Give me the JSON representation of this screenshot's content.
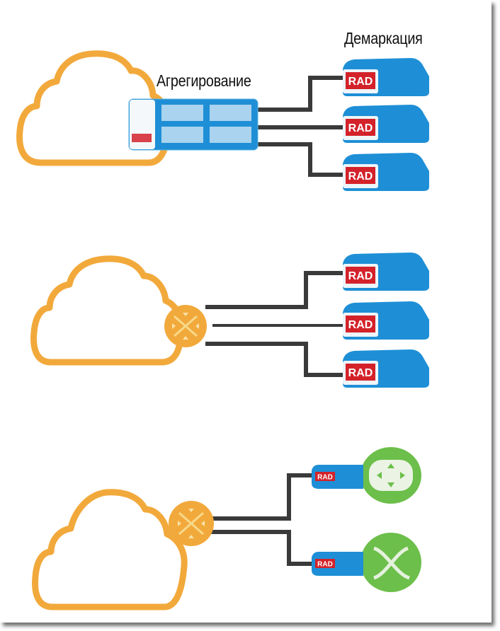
{
  "labels": {
    "aggregation": "Агрегирование",
    "demarcation": "Демаркация"
  },
  "device_logo": "RAD",
  "colors": {
    "cloud": "#F2A93B",
    "device_blue": "#1E8FD6",
    "device_panel": "#A9D3EF",
    "logo_red": "#D4222A",
    "line": "#3A3A3A",
    "green": "#6CBF4A"
  },
  "scenarios": [
    {
      "name": "aggregation-switch",
      "hub": "aggregation-switch",
      "endpoints": [
        "RAD",
        "RAD",
        "RAD"
      ]
    },
    {
      "name": "router-hub",
      "hub": "router",
      "endpoints": [
        "RAD",
        "RAD",
        "RAD"
      ]
    },
    {
      "name": "router-hub-smart-sfp",
      "hub": "router",
      "endpoints": [
        "RAD",
        "RAD"
      ]
    }
  ]
}
